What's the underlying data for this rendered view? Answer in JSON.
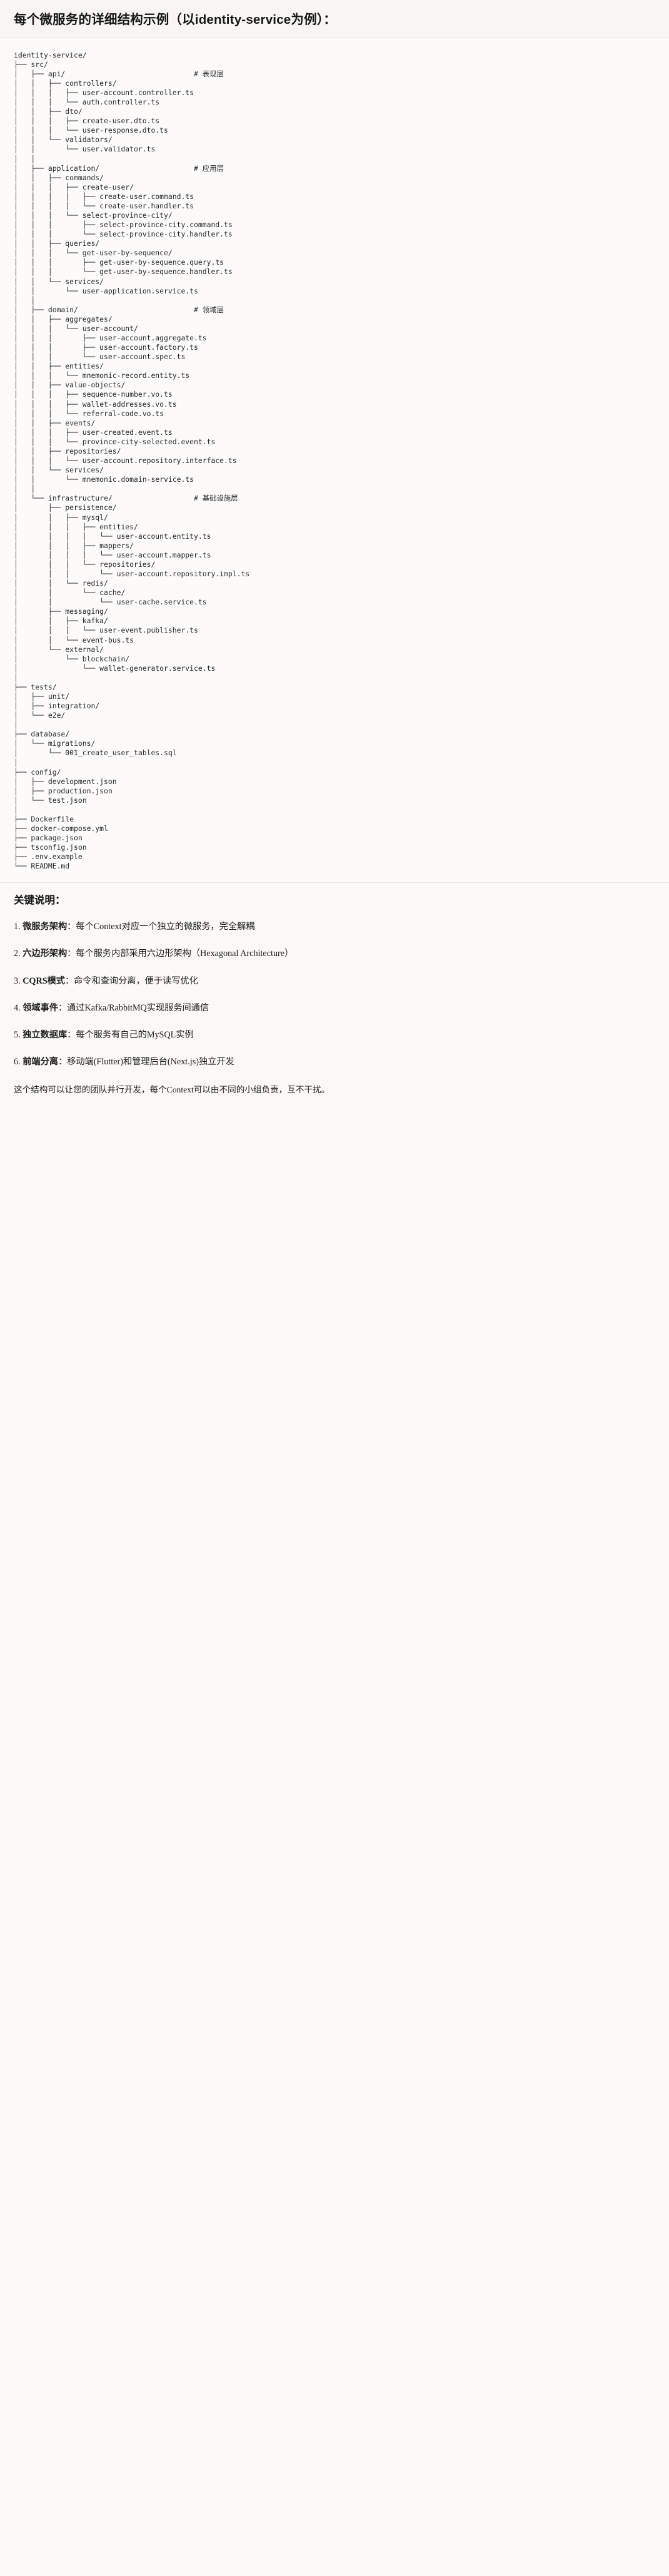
{
  "header": {
    "title": "每个微服务的详细结构示例（以identity-service为例）："
  },
  "tree": {
    "root": "identity-service/",
    "text": "identity-service/\n├── src/\n│   ├── api/                              # 表现层\n│   │   ├── controllers/\n│   │   │   ├── user-account.controller.ts\n│   │   │   └── auth.controller.ts\n│   │   ├── dto/\n│   │   │   ├── create-user.dto.ts\n│   │   │   └── user-response.dto.ts\n│   │   └── validators/\n│   │       └── user.validator.ts\n│   │\n│   ├── application/                      # 应用层\n│   │   ├── commands/\n│   │   │   ├── create-user/\n│   │   │   │   ├── create-user.command.ts\n│   │   │   │   └── create-user.handler.ts\n│   │   │   └── select-province-city/\n│   │   │       ├── select-province-city.command.ts\n│   │   │       └── select-province-city.handler.ts\n│   │   ├── queries/\n│   │   │   └── get-user-by-sequence/\n│   │   │       ├── get-user-by-sequence.query.ts\n│   │   │       └── get-user-by-sequence.handler.ts\n│   │   └── services/\n│   │       └── user-application.service.ts\n│   │\n│   ├── domain/                           # 领域层\n│   │   ├── aggregates/\n│   │   │   └── user-account/\n│   │   │       ├── user-account.aggregate.ts\n│   │   │       ├── user-account.factory.ts\n│   │   │       └── user-account.spec.ts\n│   │   ├── entities/\n│   │   │   └── mnemonic-record.entity.ts\n│   │   ├── value-objects/\n│   │   │   ├── sequence-number.vo.ts\n│   │   │   ├── wallet-addresses.vo.ts\n│   │   │   └── referral-code.vo.ts\n│   │   ├── events/\n│   │   │   ├── user-created.event.ts\n│   │   │   └── province-city-selected.event.ts\n│   │   ├── repositories/\n│   │   │   └── user-account.repository.interface.ts\n│   │   └── services/\n│   │       └── mnemonic.domain-service.ts\n│   │\n│   └── infrastructure/                   # 基础设施层\n│       ├── persistence/\n│       │   ├── mysql/\n│       │   │   ├── entities/\n│       │   │   │   └── user-account.entity.ts\n│       │   │   ├── mappers/\n│       │   │   │   └── user-account.mapper.ts\n│       │   │   └── repositories/\n│       │   │       └── user-account.repository.impl.ts\n│       │   └── redis/\n│       │       └── cache/\n│       │           └── user-cache.service.ts\n│       ├── messaging/\n│       │   ├── kafka/\n│       │   │   └── user-event.publisher.ts\n│       │   └── event-bus.ts\n│       └── external/\n│           └── blockchain/\n│               └── wallet-generator.service.ts\n│\n├── tests/\n│   ├── unit/\n│   ├── integration/\n│   └── e2e/\n│\n├── database/\n│   └── migrations/\n│       └── 001_create_user_tables.sql\n│\n├── config/\n│   ├── development.json\n│   ├── production.json\n│   └── test.json\n│\n├── Dockerfile\n├── docker-compose.yml\n├── package.json\n├── tsconfig.json\n├── .env.example\n└── README.md",
    "layer_comments": [
      "# 表现层",
      "# 应用层",
      "# 领域层",
      "# 基础设施层"
    ]
  },
  "notes": {
    "heading": "关键说明：",
    "items": [
      {
        "num": "1.",
        "term": "微服务架构",
        "body": "：每个Context对应一个独立的微服务，完全解耦"
      },
      {
        "num": "2.",
        "term": "六边形架构",
        "body": "：每个服务内部采用六边形架构（Hexagonal Architecture）"
      },
      {
        "num": "3.",
        "term": "CQRS模式",
        "body": "：命令和查询分离，便于读写优化"
      },
      {
        "num": "4.",
        "term": "领域事件",
        "body": "：通过Kafka/RabbitMQ实现服务间通信"
      },
      {
        "num": "5.",
        "term": "独立数据库",
        "body": "：每个服务有自己的MySQL实例"
      },
      {
        "num": "6.",
        "term": "前端分离",
        "body": "：移动端(Flutter)和管理后台(Next.js)独立开发"
      }
    ],
    "closing": "这个结构可以让您的团队并行开发，每个Context可以由不同的小组负责，互不干扰。"
  },
  "colors": {
    "page_bg": "#fbfaf8",
    "header_bg": "#f7f6f2",
    "code_text": "#23272b",
    "border": "#e3e1dc"
  }
}
